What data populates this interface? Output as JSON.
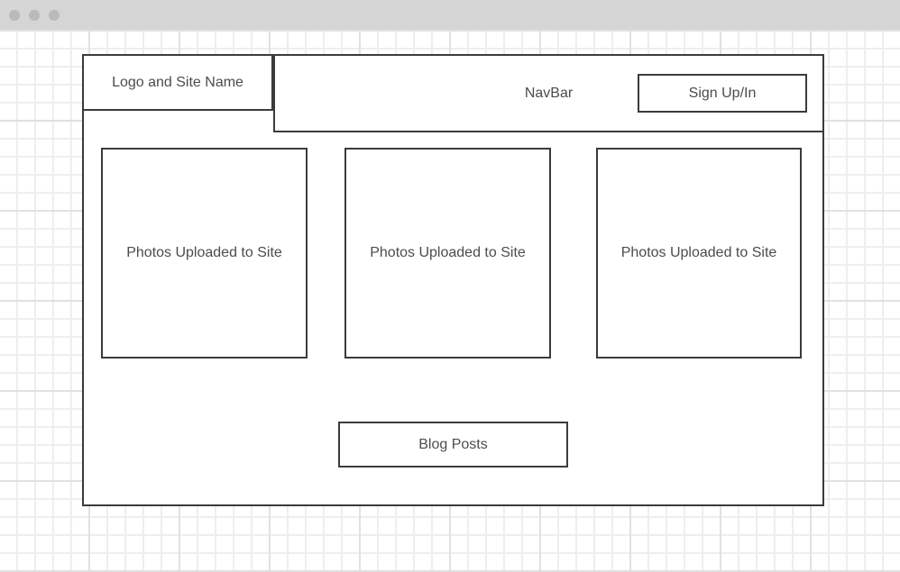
{
  "titlebar": {
    "dot_count": 3,
    "bar_color": "#d5d5d5",
    "dot_color": "#bababa"
  },
  "wireframe": {
    "logo_box": {
      "label": "Logo and Site Name"
    },
    "navbar": {
      "label": "NavBar",
      "signup_button": {
        "label": "Sign Up/In"
      }
    },
    "photo_boxes": [
      {
        "label": "Photos Uploaded to Site"
      },
      {
        "label": "Photos Uploaded to Site"
      },
      {
        "label": "Photos Uploaded to Site"
      }
    ],
    "blog_box": {
      "label": "Blog Posts"
    }
  },
  "colors": {
    "shape_border": "#3b3b3b",
    "shape_text": "#4c4c4c",
    "canvas_bg": "#ffffff",
    "grid_minor": "#eeeeee",
    "grid_major": "#e1e1e1"
  }
}
